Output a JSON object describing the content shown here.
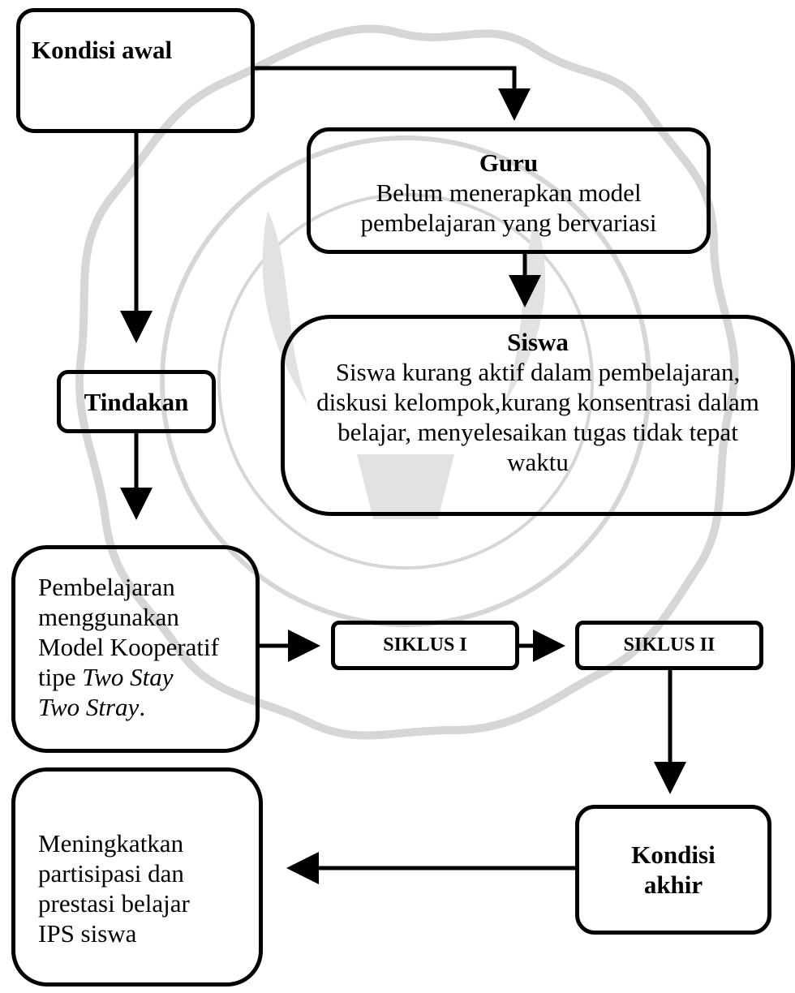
{
  "nodes": {
    "kondisi_awal": {
      "title": "Kondisi awal"
    },
    "guru": {
      "title": "Guru",
      "lines": [
        "Belum menerapkan model",
        "pembelajaran yang bervariasi"
      ]
    },
    "siswa": {
      "title": "Siswa",
      "lines": [
        "Siswa kurang aktif dalam pembelajaran,",
        "diskusi kelompok,kurang konsentrasi dalam",
        "belajar, menyelesaikan tugas tidak tepat",
        "waktu"
      ]
    },
    "tindakan": {
      "title": "Tindakan"
    },
    "pembelajaran": {
      "lines": [
        "Pembelajaran",
        "menggunakan",
        "Model Kooperatif"
      ],
      "line4_prefix": "tipe ",
      "line4_italic": "Two Stay",
      "line5_italic": "Two Stray",
      "line5_suffix": "."
    },
    "siklus_1": {
      "title": "SIKLUS I"
    },
    "siklus_2": {
      "title": "SIKLUS II"
    },
    "kondisi_akhir": {
      "lines": [
        "Kondisi",
        "akhir"
      ]
    },
    "hasil": {
      "lines": [
        "Meningkatkan",
        "partisipasi dan",
        "prestasi belajar",
        "IPS siswa"
      ]
    }
  },
  "edges": [
    {
      "from": "kondisi_awal",
      "to": "guru"
    },
    {
      "from": "guru",
      "to": "siswa"
    },
    {
      "from": "kondisi_awal",
      "to": "tindakan"
    },
    {
      "from": "tindakan",
      "to": "pembelajaran"
    },
    {
      "from": "pembelajaran",
      "to": "siklus_1"
    },
    {
      "from": "siklus_1",
      "to": "siklus_2"
    },
    {
      "from": "siklus_2",
      "to": "kondisi_akhir"
    },
    {
      "from": "kondisi_akhir",
      "to": "hasil"
    }
  ],
  "colors": {
    "stroke": "#000000",
    "watermark": "#cfcfcf"
  }
}
